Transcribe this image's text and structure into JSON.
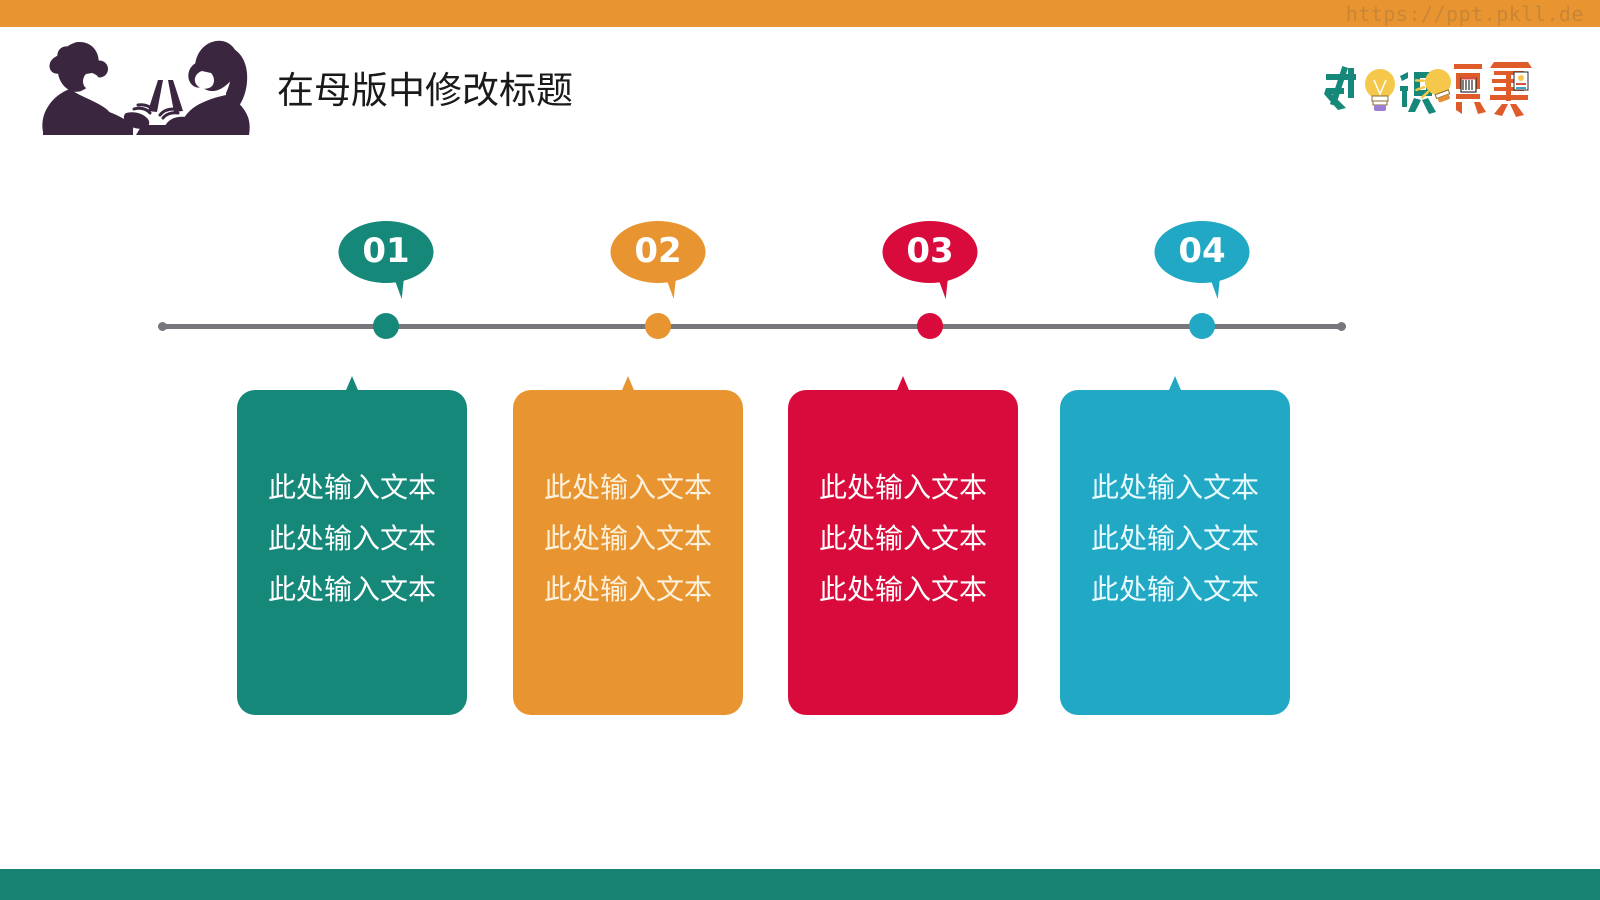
{
  "watermark": "https://ppt.pkll.de",
  "header": {
    "title": "在母版中修改标题",
    "illustration_name": "two-people-at-laptop-silhouette",
    "logo_text": "知识竞赛"
  },
  "colors": {
    "top_bar": "#e89531",
    "bottom_bar": "#178473",
    "timeline": "#76767c",
    "teal": "#16887a",
    "orange": "#e89531",
    "red": "#d90b3c",
    "blue": "#21a8c4",
    "silhouette": "#3b2640"
  },
  "timeline": {
    "line_color": "#76767c",
    "end_dot_name": "timeline-end-dot"
  },
  "steps": [
    {
      "number": "01",
      "color": "#16887a",
      "text_color": "#ffffff",
      "lines": [
        "此处输入文本",
        "此处输入文本",
        "此处输入文本"
      ]
    },
    {
      "number": "02",
      "color": "#e89531",
      "text_color": "#fdf1dc",
      "lines": [
        "此处输入文本",
        "此处输入文本",
        "此处输入文本"
      ]
    },
    {
      "number": "03",
      "color": "#d90b3c",
      "text_color": "#ffffff",
      "lines": [
        "此处输入文本",
        "此处输入文本",
        "此处输入文本"
      ]
    },
    {
      "number": "04",
      "color": "#21a8c4",
      "text_color": "#e9fbff",
      "lines": [
        "此处输入文本",
        "此处输入文本",
        "此处输入文本"
      ]
    }
  ]
}
